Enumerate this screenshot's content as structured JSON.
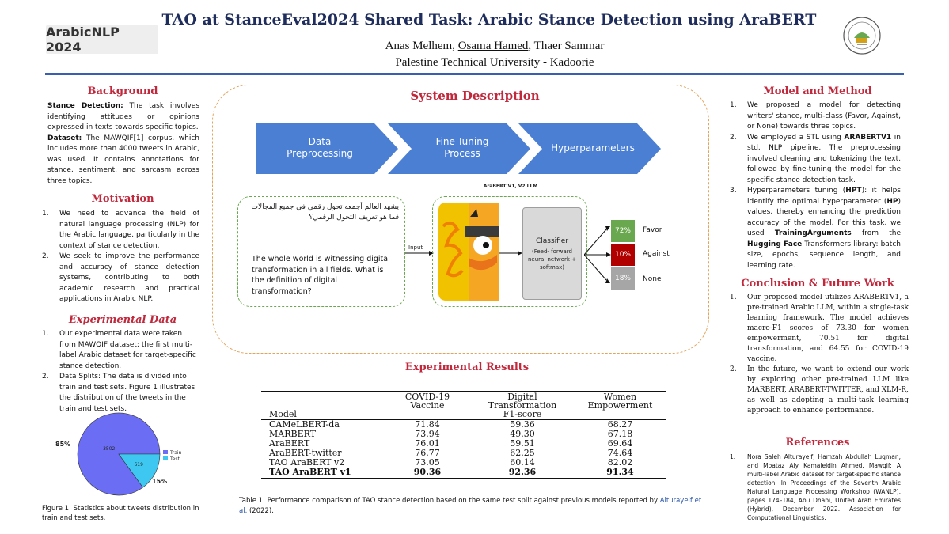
{
  "header": {
    "conference": "ArabicNLP 2024",
    "title": "TAO at StanceEval2024 Shared Task: Arabic Stance Detection using AraBERT",
    "authors": {
      "a1": "Anas Melhem, ",
      "a2": "Osama Hamed",
      "a3": ", Thaer Sammar"
    },
    "affiliation": "Palestine Technical University - Kadoorie"
  },
  "background": {
    "heading": "Background",
    "p1_label": "Stance Detection:",
    "p1_text": " The task involves identifying attitudes or opinions expressed in texts towards specific topics.",
    "p2_label": "Dataset:",
    "p2_text": " The MAWQIF[1] corpus, which includes more than 4000 tweets in Arabic, was used. It contains annotations for stance, sentiment, and sarcasm across three topics."
  },
  "motivation": {
    "heading": "Motivation",
    "items": [
      {
        "n": "1.",
        "text": "We need to advance the field of natural language processing (NLP) for the Arabic language, particularly in the context of stance detection."
      },
      {
        "n": "2.",
        "text": "We seek to improve the performance and accuracy of stance detection systems, contributing to both academic research and practical applications in Arabic NLP."
      }
    ]
  },
  "experimental_data": {
    "heading": "Experimental Data",
    "items": [
      {
        "n": "1.",
        "text": "Our experimental data were taken from MAWQIF dataset: the first multi-label Arabic dataset for target-specific stance detection."
      },
      {
        "n": "2.",
        "text": "Data Splits: The data is divided into train and test sets. Figure 1 illustrates the distribution of the tweets in the train and test sets."
      }
    ],
    "figure_caption": "Figure 1: Statistics about tweets distribution in train and test sets."
  },
  "chart_data": {
    "type": "pie",
    "categories": [
      "Train",
      "Test"
    ],
    "values": [
      3502,
      619
    ],
    "percent_labels": [
      "85%",
      "15%"
    ],
    "colors": [
      "#6b6ef5",
      "#3ec7f0"
    ],
    "legend_position": "right"
  },
  "system": {
    "heading": "System  Description",
    "steps": [
      {
        "l1": "Data",
        "l2": "Preprocessing"
      },
      {
        "l1": "Fine-Tuning",
        "l2": "Process"
      },
      {
        "l1": "Hyperparameters",
        "l2": ""
      }
    ],
    "arabic_input": "يشهد العالم أجمعه تحول رقمي في جميع المجالات فما هو تعريف التحول الرقمي؟",
    "english_input": "The whole world is witnessing digital transformation in all fields. What is the definition of digital transformation?",
    "input_label": "Input",
    "model_caption": "AraBERT V1, V2 LLM",
    "classifier_title": "Classifier",
    "classifier_sub": "(Feed- forward neural network + softmax)",
    "outputs": [
      {
        "pct": "72%",
        "label": "Favor",
        "color": "#6aa84f"
      },
      {
        "pct": "10%",
        "label": "Against",
        "color": "#b00000"
      },
      {
        "pct": "18%",
        "label": "None",
        "color": "#a6a6a6"
      }
    ]
  },
  "results": {
    "heading": "Experimental Results",
    "columns": [
      {
        "l1": "COVID-19",
        "l2": "Vaccine"
      },
      {
        "l1": "Digital",
        "l2": "Transformation"
      },
      {
        "l1": "Women",
        "l2": "Empowerment"
      }
    ],
    "model_header": "Model",
    "metric_header": "F1-score",
    "rows": [
      {
        "model": "CAMeLBERT-da",
        "v1": "71.84",
        "v2": "59.36",
        "v3": "68.27"
      },
      {
        "model": "MARBERT",
        "v1": "73.94",
        "v2": "49.30",
        "v3": "67.18"
      },
      {
        "model": "AraBERT",
        "v1": "76.01",
        "v2": "59.51",
        "v3": "69.64"
      },
      {
        "model": "AraBERT-twitter",
        "v1": "76.77",
        "v2": "62.25",
        "v3": "74.64"
      },
      {
        "model": "TAO AraBERT v2",
        "v1": "73.05",
        "v2": "60.14",
        "v3": "82.02"
      },
      {
        "model": "TAO AraBERT v1",
        "v1": "90.36",
        "v2": "92.36",
        "v3": "91.34"
      }
    ],
    "caption_pre": "Table  1: Performance comparison of TAO stance detection based on the same test split against previous models reported by ",
    "caption_link": "Alturayeif et al.",
    "caption_post": " (2022)."
  },
  "model_method": {
    "heading": "Model and Method",
    "i1_text": "We proposed a model for detecting writers' stance, multi-class (Favor, Against, or None) towards three topics.",
    "i2_pre": "We employed a STL using ",
    "i2_bold": "ARABERTV1",
    "i2_post": " in std. NLP pipeline. The preprocessing involved cleaning and tokenizing the text, followed by fine-tuning the model for the specific stance detection task.",
    "i3_a": "Hyperparameters tuning (",
    "i3_b": "HPT",
    "i3_c": "): it helps identify the optimal hyperparameter (",
    "i3_d": "HP",
    "i3_e": ") values, thereby enhancing the prediction accuracy of the model. For this task, we used ",
    "i3_f": "TrainingArguments",
    "i3_g": " from the ",
    "i3_h": "Hugging Face",
    "i3_i": " Transformers library: batch size, epochs, sequence length, and learning rate."
  },
  "conclusion": {
    "heading": "Conclusion & Future Work",
    "items": [
      {
        "n": "1.",
        "text": "Our proposed model utilizes ARABERTV1, a pre-trained Arabic LLM, within a single-task learning framework. The model achieves macro-F1 scores of 73.30 for women empowerment, 70.51 for digital transformation, and 64.55 for COVID-19 vaccine."
      },
      {
        "n": "2.",
        "text": "In the future, we want to extend our work by exploring other pre-trained LLM like MARBERT, ARABERT-TWITTER, and XLM-R, as well as adopting a multi-task learning approach to enhance performance."
      }
    ]
  },
  "references": {
    "heading": "References",
    "items": [
      {
        "n": "1.",
        "text": "Nora Saleh Alturayeif, Hamzah Abdullah Luqman, and Moataz Aly Kamaleldin Ahmed. Mawqif: A multi-label Arabic dataset for target-specific stance detection. In Proceedings of the Seventh Arabic Natural Language Processing Workshop (WANLP), pages 174–184, Abu Dhabi, United Arab Emirates (Hybrid), December 2022. Association for Computational Linguistics."
      }
    ]
  }
}
